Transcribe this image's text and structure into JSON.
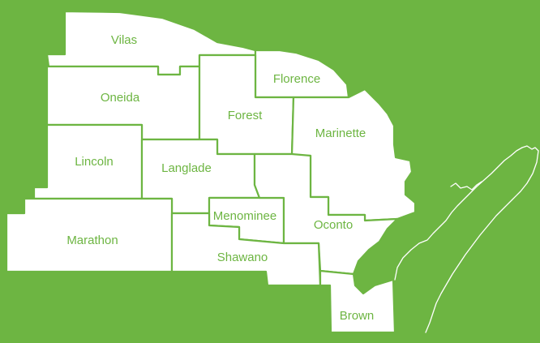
{
  "map": {
    "background_color": "#6db542",
    "land_color": "#ffffff",
    "counties": [
      {
        "id": "vilas",
        "name": "Vilas"
      },
      {
        "id": "oneida",
        "name": "Oneida"
      },
      {
        "id": "florence",
        "name": "Florence"
      },
      {
        "id": "forest",
        "name": "Forest"
      },
      {
        "id": "marinette",
        "name": "Marinette"
      },
      {
        "id": "lincoln",
        "name": "Lincoln"
      },
      {
        "id": "langlade",
        "name": "Langlade"
      },
      {
        "id": "menominee",
        "name": "Menominee"
      },
      {
        "id": "oconto",
        "name": "Oconto"
      },
      {
        "id": "marathon",
        "name": "Marathon"
      },
      {
        "id": "shawano",
        "name": "Shawano"
      },
      {
        "id": "brown",
        "name": "Brown"
      }
    ]
  }
}
